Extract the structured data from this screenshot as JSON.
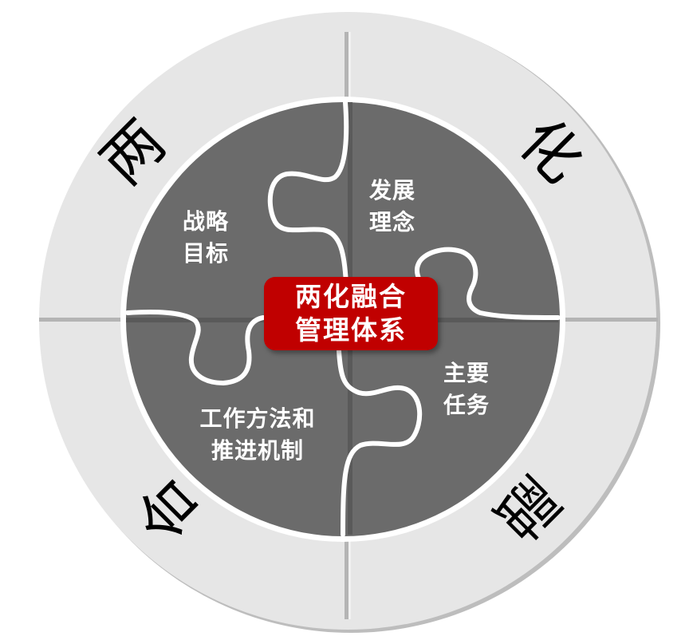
{
  "diagram": {
    "title": "两化融合管理体系",
    "center": {
      "line1": "两化融合",
      "line2": "管理体系",
      "color": "#c00000"
    },
    "outer_ring": {
      "characters": [
        {
          "char": "两",
          "position": "top-left",
          "rotation_deg": -45
        },
        {
          "char": "化",
          "position": "top-right",
          "rotation_deg": 45
        },
        {
          "char": "融",
          "position": "bottom-right",
          "rotation_deg": 135
        },
        {
          "char": "合",
          "position": "bottom-left",
          "rotation_deg": -135
        }
      ],
      "fill": "#e6e6e6",
      "divider_color": "#b4b4b4"
    },
    "puzzle_pieces": [
      {
        "position": "top-left",
        "line1": "战略",
        "line2": "目标"
      },
      {
        "position": "top-right",
        "line1": "发展",
        "line2": "理念"
      },
      {
        "position": "bottom-right",
        "line1": "主要",
        "line2": "任务"
      },
      {
        "position": "bottom-left",
        "line1": "工作方法和",
        "line2": "推进机制"
      }
    ],
    "colors": {
      "puzzle_fill": "#6b6b6b",
      "puzzle_seam": "#ffffff",
      "puzzle_shadow_line": "#555555",
      "label_text": "#ffffff"
    }
  }
}
